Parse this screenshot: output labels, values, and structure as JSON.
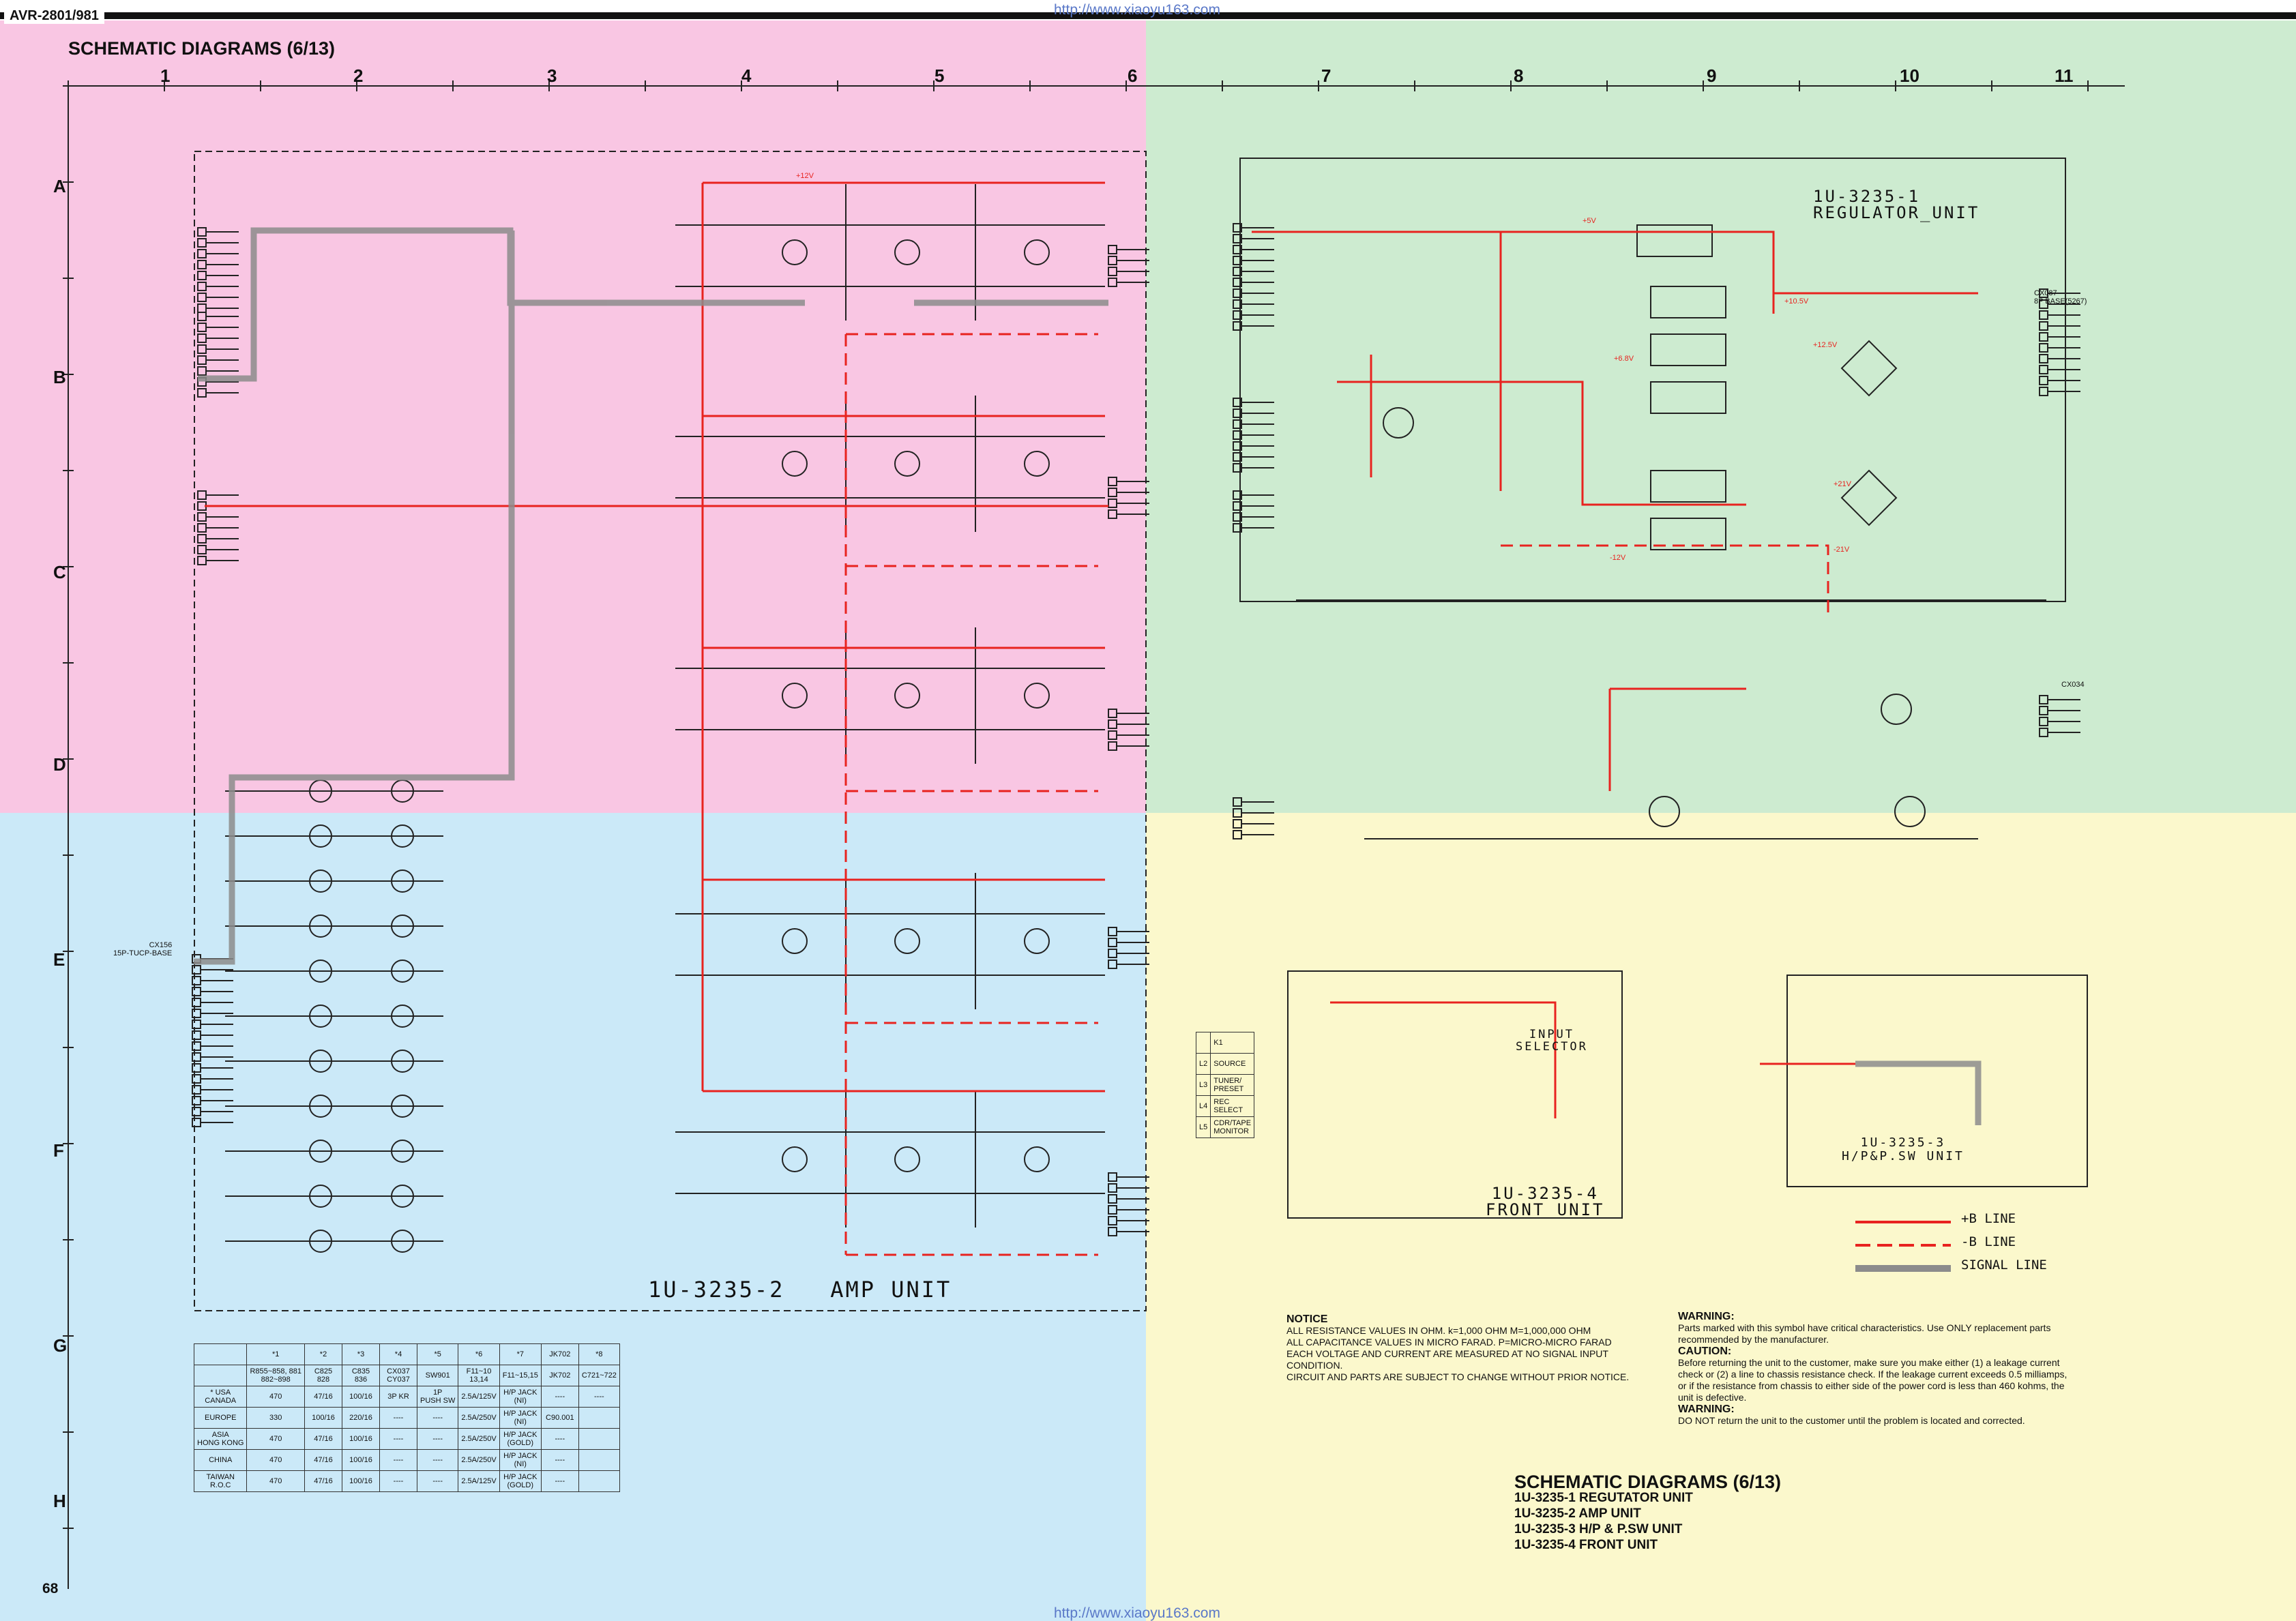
{
  "header": {
    "model": "AVR-2801/981",
    "title": "SCHEMATIC DIAGRAMS (6/13)",
    "url": "http://www.xiaoyu163.com"
  },
  "grid": {
    "columns": [
      "1",
      "2",
      "3",
      "4",
      "5",
      "6",
      "7",
      "8",
      "9",
      "10",
      "11"
    ],
    "rows": [
      "A",
      "B",
      "C",
      "D",
      "E",
      "F",
      "G",
      "H"
    ]
  },
  "colors": {
    "pink": "#f9c6e3",
    "green": "#cdebd0",
    "blue": "#cbe9f8",
    "yellow": "#fbf8cc",
    "plus_b": "#e8231f",
    "signal": "#8c8c8c"
  },
  "units": {
    "amp": "1U-3235-2   AMP UNIT",
    "regulator": "1U-3235-1\nREGULATOR_UNIT",
    "front": "1U-3235-4\nFRONT UNIT",
    "hp": "1U-3235-3\nH/P&P.SW UNIT",
    "input_selector": "INPUT\nSELECTOR"
  },
  "labels": {
    "plus12": "+12V",
    "minus12": "-12V",
    "plus5": "+5V",
    "plus21": "+21V",
    "minus21": "-21V",
    "plus105": "+10.5V",
    "plus125": "+12.5V",
    "plus68": "+6.8V",
    "cx156": "CX156\n15P-TUCP-BASE",
    "cx034": "CX034",
    "cx087": "CX087\n8P BASE(5267)"
  },
  "variant_table": {
    "headers": [
      "",
      "*1",
      "*2",
      "*3",
      "*4",
      "*5",
      "*6",
      "*7",
      "JK702",
      "*8"
    ],
    "subheaders": [
      "",
      "R855~858, 881\n882~898",
      "C825\n828",
      "C835\n836",
      "CX037\nCY037",
      "SW901",
      "F11~10\n13,14",
      "F11~15,15",
      "JK702",
      "C721~722"
    ],
    "rows": [
      [
        "* USA\nCANADA",
        "470",
        "47/16",
        "100/16",
        "3P KR",
        "1P\nPUSH SW",
        "2.5A/125V",
        "H/P JACK\n(NI)",
        "----",
        "----"
      ],
      [
        "EUROPE",
        "330",
        "100/16",
        "220/16",
        "----",
        "----",
        "2.5A/250V",
        "H/P JACK\n(NI)",
        "C90.001",
        ""
      ],
      [
        "ASIA\nHONG KONG",
        "470",
        "47/16",
        "100/16",
        "----",
        "----",
        "2.5A/250V",
        "H/P JACK\n(GOLD)",
        "----",
        ""
      ],
      [
        "CHINA",
        "470",
        "47/16",
        "100/16",
        "----",
        "----",
        "2.5A/250V",
        "H/P JACK\n(NI)",
        "----",
        ""
      ],
      [
        "TAIWAN\nR.O.C",
        "470",
        "47/16",
        "100/16",
        "----",
        "----",
        "2.5A/125V",
        "H/P JACK\n(GOLD)",
        "----",
        ""
      ]
    ]
  },
  "selector_table": {
    "rows": [
      [
        "",
        "K1"
      ],
      [
        "L2",
        "SOURCE"
      ],
      [
        "L3",
        "TUNER/\nPRESET"
      ],
      [
        "L4",
        "REC\nSELECT"
      ],
      [
        "L5",
        "CDR/TAPE\nMONITOR"
      ]
    ]
  },
  "legend": {
    "plus_b": "+B LINE",
    "minus_b": "-B LINE",
    "signal": "SIGNAL LINE"
  },
  "notice": {
    "title": "NOTICE",
    "lines": [
      "ALL RESISTANCE VALUES IN OHM. k=1,000 OHM M=1,000,000 OHM",
      "ALL CAPACITANCE VALUES IN MICRO FARAD. P=MICRO-MICRO FARAD",
      "EACH VOLTAGE AND CURRENT ARE MEASURED AT NO SIGNAL INPUT CONDITION.",
      "CIRCUIT AND PARTS ARE SUBJECT TO CHANGE WITHOUT PRIOR NOTICE."
    ]
  },
  "warnings": {
    "warning_title": "WARNING:",
    "warning_text": "Parts marked with this symbol have critical characteristics. Use ONLY replacement parts recommended by the manufacturer.",
    "caution_title": "CAUTION:",
    "caution_text": "Before returning the unit to the customer, make sure you make either (1) a leakage current check or (2) a line to chassis resistance check. If the leakage current exceeds 0.5 milliamps, or if the resistance from chassis to either side of the power cord is less than 460 kohms, the unit is defective.",
    "warning2_title": "WARNING:",
    "warning2_text": "DO NOT return the unit to the customer until the problem is located and corrected."
  },
  "caption": {
    "title": "SCHEMATIC DIAGRAMS  (6/13)",
    "items": [
      "1U-3235-1 REGUTATOR UNIT",
      "1U-3235-2 AMP UNIT",
      "1U-3235-3 H/P & P.SW UNIT",
      "1U-3235-4 FRONT UNIT"
    ]
  },
  "page_number": "68"
}
